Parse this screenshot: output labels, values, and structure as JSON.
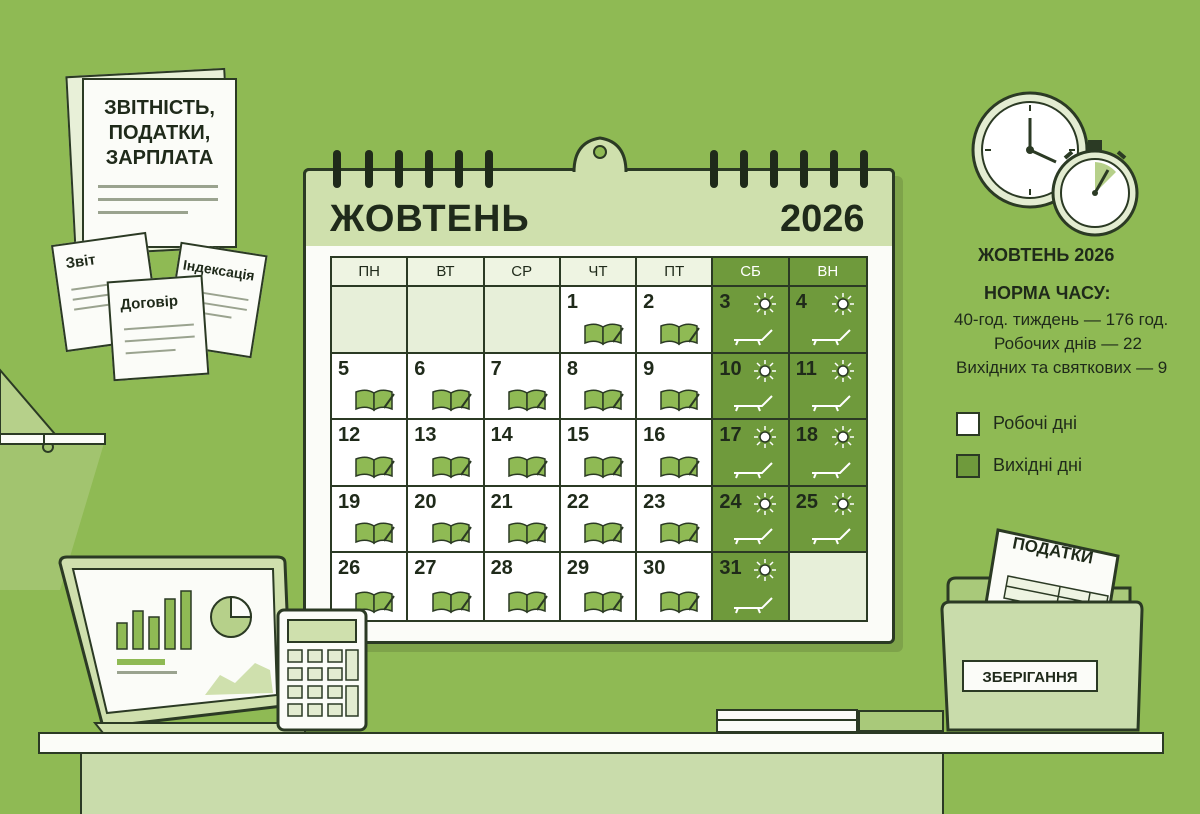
{
  "calendar": {
    "month": "ЖОВТЕНЬ",
    "year": "2026",
    "weekdays": [
      "ПН",
      "ВТ",
      "СР",
      "ЧТ",
      "ПТ",
      "СБ",
      "ВН"
    ],
    "weeks": [
      [
        "",
        "",
        "",
        "1",
        "2",
        "3",
        "4"
      ],
      [
        "5",
        "6",
        "7",
        "8",
        "9",
        "10",
        "11"
      ],
      [
        "12",
        "13",
        "14",
        "15",
        "16",
        "17",
        "18"
      ],
      [
        "19",
        "20",
        "21",
        "22",
        "23",
        "24",
        "25"
      ],
      [
        "26",
        "27",
        "28",
        "29",
        "30",
        "31",
        ""
      ]
    ]
  },
  "side": {
    "title": "ЖОВТЕНЬ 2026",
    "norm_heading": "НОРМА ЧАСУ:",
    "lines": [
      "40-год. тиждень — 176 год.",
      "Робочих днів — 22",
      "Вихідних та святкових — 9"
    ],
    "legend": [
      {
        "label": "Робочі дні",
        "color": "#ffffff"
      },
      {
        "label": "Вихідні дні",
        "color": "#6f9a3c"
      }
    ]
  },
  "papers": {
    "main": "ЗВІТНІСТЬ, ПОДАТКИ, ЗАРПЛАТА",
    "report": "Звіт",
    "indexation": "Індексація",
    "contract": "Договір"
  },
  "folder": {
    "tax_label": "ПОДАТКИ",
    "storage_label": "ЗБЕРІГАННЯ"
  },
  "icons": [
    "clock-icon",
    "stopwatch-icon",
    "book-pen-icon",
    "sun-icon",
    "lounge-chair-icon",
    "laptop-icon",
    "calculator-icon",
    "folder-icon"
  ],
  "colors": {
    "background": "#8fba54",
    "weekend": "#6f9a3c",
    "header": "#cfe0ad",
    "ink": "#1f2a1a"
  }
}
